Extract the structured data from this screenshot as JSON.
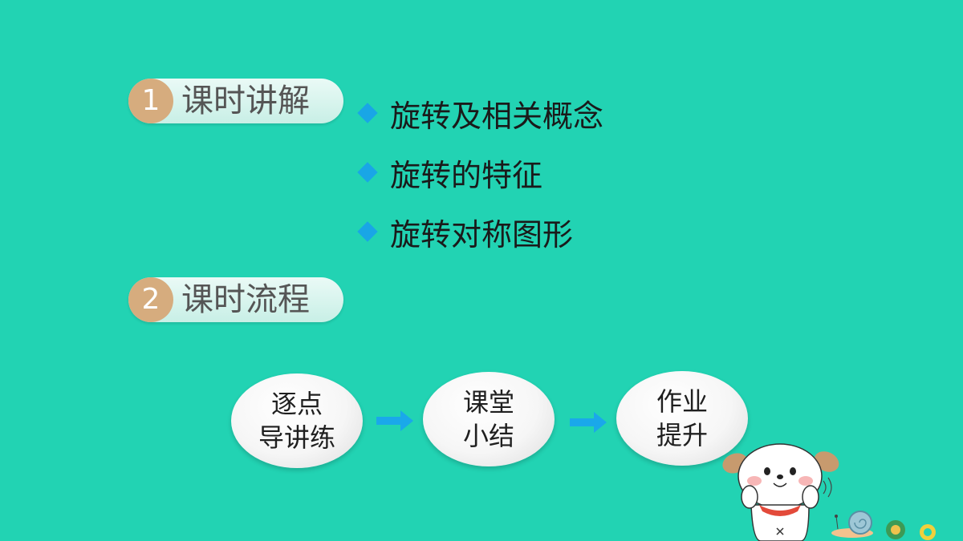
{
  "colors": {
    "background": "#22d3b3",
    "number_circle": "#d6ac7e",
    "bullet": "#19a6e6",
    "arrow": "#1aa8ea"
  },
  "sections": [
    {
      "number": "1",
      "title": "课时讲解"
    },
    {
      "number": "2",
      "title": "课时流程"
    }
  ],
  "topics": [
    {
      "icon": "diamond-bullet",
      "label": "旋转及相关概念"
    },
    {
      "icon": "diamond-bullet",
      "label": "旋转的特征"
    },
    {
      "icon": "diamond-bullet",
      "label": "旋转对称图形"
    }
  ],
  "flow": [
    {
      "lines": [
        "逐点",
        "导讲练"
      ]
    },
    {
      "lines": [
        "课堂",
        "小结"
      ]
    },
    {
      "lines": [
        "作业",
        "提升"
      ]
    }
  ],
  "decorations": {
    "mascot_icon": "cartoon-puppy",
    "snail_icon": "snail",
    "small_icons": [
      "green-ring",
      "yellow-ring"
    ]
  }
}
